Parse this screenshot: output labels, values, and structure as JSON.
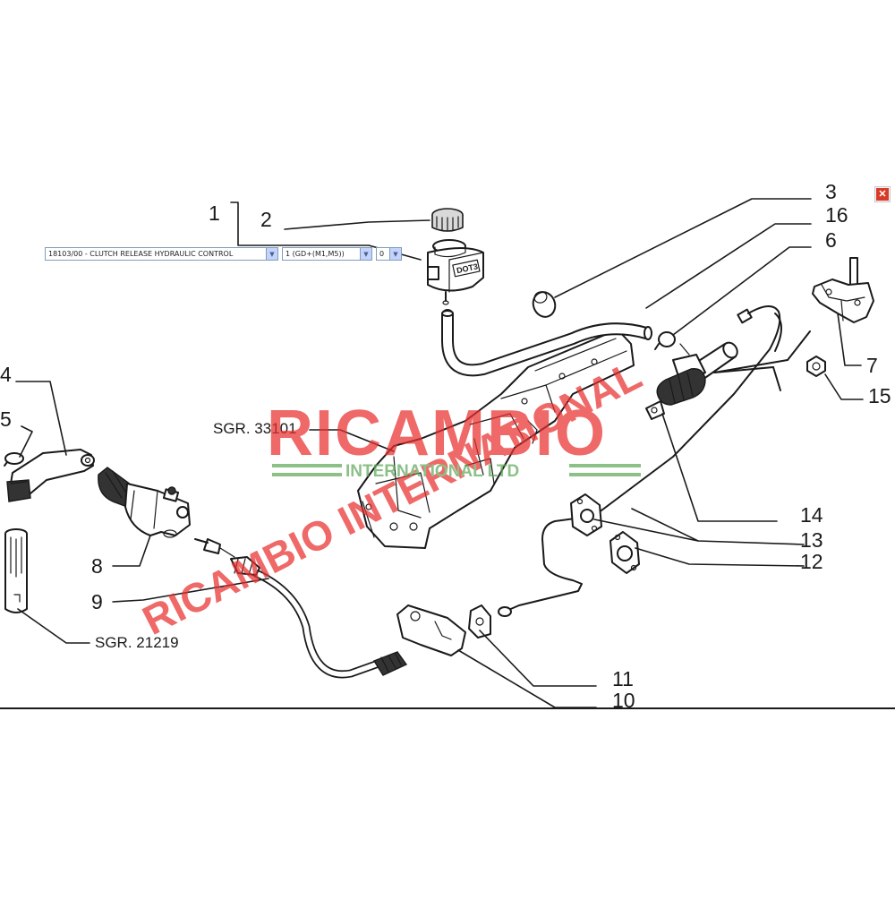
{
  "toolbar": {
    "group_select": "18103/00 - CLUTCH RELEASE HYDRAULIC CONTROL",
    "variant_select": "1 (GD+(M1,M5))",
    "qty_select": "0",
    "dropdown_icon": "chevron-down-icon",
    "close_icon": "close-icon"
  },
  "callouts": {
    "p1": "1",
    "p2": "2",
    "p3": "3",
    "p4": "4",
    "p5": "5",
    "p6": "6",
    "p7": "7",
    "p8": "8",
    "p9": "9",
    "p10": "10",
    "p11": "11",
    "p12": "12",
    "p13": "13",
    "p14": "14",
    "p15": "15",
    "p16": "16",
    "sgr_a": "SGR. 33101",
    "sgr_b": "SGR. 21219"
  },
  "reservoir_label": "DOT3",
  "watermark": {
    "brand": "RICAMBIO",
    "tagline": "INTERNATIONAL LTD",
    "diagonal": "RICAMBIO INTERNATIONAL",
    "color": "#e8302f",
    "stripe_color": "#5fa85a"
  },
  "colors": {
    "ink": "#1a1a1a",
    "close_red": "#d93a28"
  }
}
